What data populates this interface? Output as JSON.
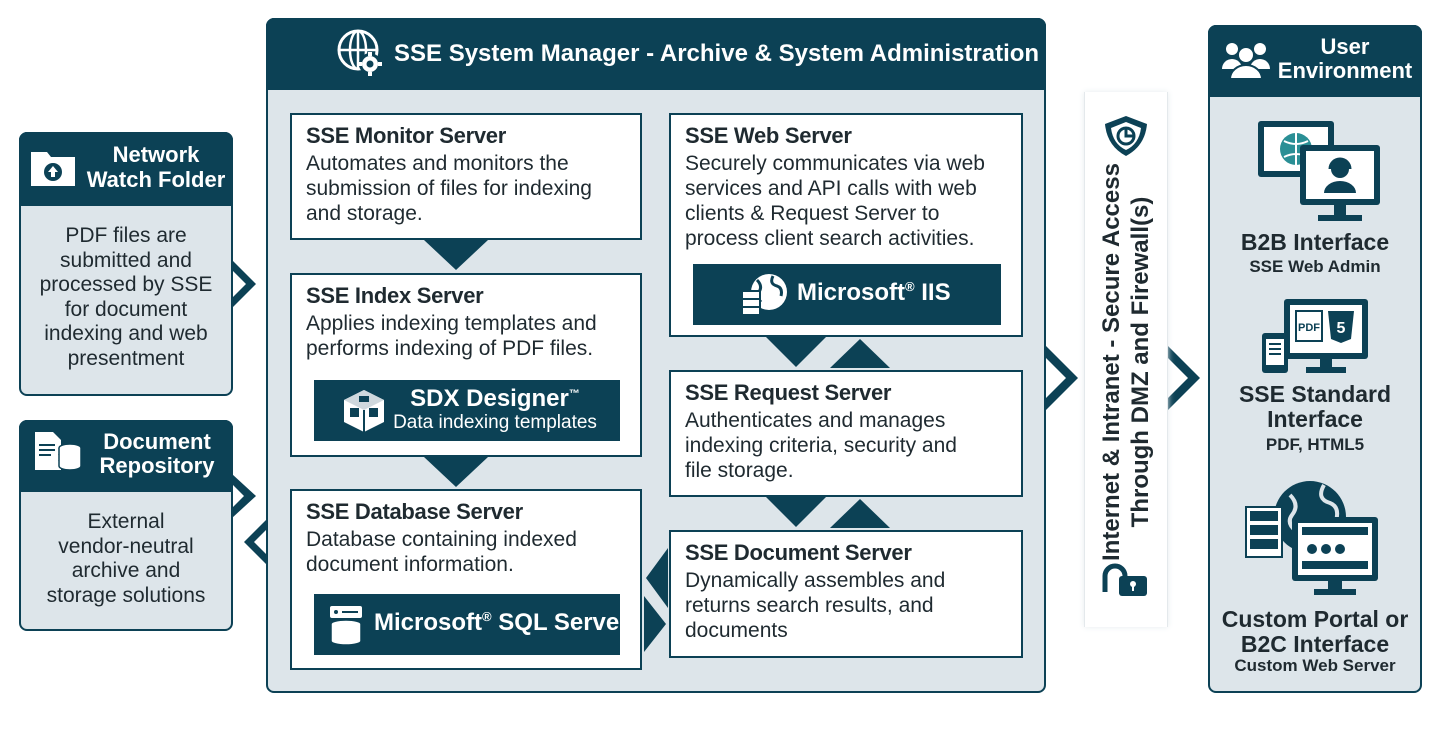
{
  "system_manager": {
    "title": "SSE System Manager - Archive & System Administration"
  },
  "watch_folder": {
    "title_line1": "Network",
    "title_line2": "Watch Folder",
    "description": [
      "PDF files are",
      "submitted and",
      "processed by SSE",
      "for document",
      "indexing and web",
      "presentment"
    ]
  },
  "repository": {
    "title_line1": "Document",
    "title_line2": "Repository",
    "description": [
      "External",
      "vendor-neutral",
      "archive and",
      "storage solutions"
    ]
  },
  "monitor_server": {
    "title": "SSE Monitor Server",
    "description": [
      "Automates and monitors the",
      "submission of files for indexing",
      "and storage."
    ]
  },
  "index_server": {
    "title": "SSE Index Server",
    "description": [
      "Applies indexing templates and",
      "performs indexing of PDF files."
    ],
    "badge_title": "SDX Designer",
    "badge_tm": "™",
    "badge_subtitle": "Data indexing templates"
  },
  "database_server": {
    "title": "SSE Database Server",
    "description": [
      "Database containing indexed",
      "document information."
    ],
    "badge_prefix": "Microsoft",
    "badge_reg": "®",
    "badge_suffix": " SQL Server"
  },
  "web_server": {
    "title": "SSE Web Server",
    "description": [
      "Securely communicates via web",
      "services and API calls with web",
      "clients & Request Server to",
      "process client search activities."
    ],
    "badge_prefix": "Microsoft",
    "badge_reg": "®",
    "badge_suffix": " IIS"
  },
  "request_server": {
    "title": "SSE Request Server",
    "description": [
      "Authenticates and manages",
      "indexing criteria, security and",
      "file storage."
    ]
  },
  "document_server": {
    "title": "SSE Document Server",
    "description": [
      "Dynamically assembles and",
      "returns search results, and",
      "documents"
    ]
  },
  "secure_access": {
    "line1": "Internet & Intranet - Secure Access",
    "line2": "Through DMZ and Firewall(s)"
  },
  "user_env": {
    "title_line1": "User",
    "title_line2": "Environment",
    "b2b_title": "B2B Interface",
    "b2b_sub": "SSE Web Admin",
    "std_title_line1": "SSE Standard",
    "std_title_line2": "Interface",
    "std_sub": "PDF, HTML5",
    "custom_title_line1": "Custom Portal or",
    "custom_title_line2": "B2C Interface",
    "custom_sub": "Custom Web Server",
    "pdf_label": "PDF",
    "html5_label": "5"
  },
  "colors": {
    "navy": "#0c4155",
    "panel": "#dde5ea",
    "teal": "#2a8f95"
  }
}
